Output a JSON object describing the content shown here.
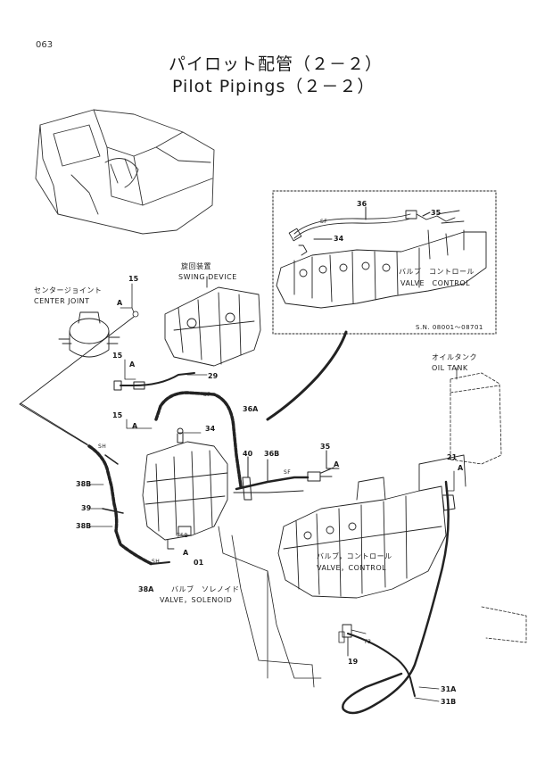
{
  "page_number": "063",
  "title_jp": "パイロット配管（２－２）",
  "title_en": "Pilot Pipings（２－２）",
  "labels": {
    "center_joint_jp": "センタージョイント",
    "center_joint_en": "CENTER JOINT",
    "swing_device_jp": "旋回装置",
    "swing_device_en": "SWING DEVICE",
    "valve_control_jp_inset": "バルブ　コントロール",
    "valve_control_en_inset": "VALVE　CONTROL",
    "serial_range": "S.N. 08001～08701",
    "oil_tank_jp": "オイルタンク",
    "oil_tank_en": "OIL TANK",
    "valve_control_jp_main": "バルブ，コントロール",
    "valve_control_en_main": "VALVE，CONTROL",
    "valve_solenoid_jp": "バルブ　ソレノイド",
    "valve_solenoid_en": "VALVE，SOLENOID"
  },
  "callouts": {
    "c36": "36",
    "c35_inset": "35",
    "c34_inset": "34",
    "c15_top": "15",
    "a_top": "A",
    "c15_mid": "15",
    "a_mid": "A",
    "c29": "29",
    "c15_low": "15",
    "a_low": "A",
    "c34": "34",
    "c36a": "36A",
    "c40": "40",
    "c36b": "36B",
    "c35": "35",
    "a_35": "A",
    "c21": "21",
    "a_21": "A",
    "c38b_1": "38B",
    "c39": "39",
    "c38b_2": "38B",
    "c38a": "38A",
    "c01": "01",
    "a_01": "A",
    "c19": "19",
    "c31a": "31A",
    "c31b": "31B",
    "sh_1": "SH",
    "sh_2": "SH",
    "sf_1": "SF",
    "sf_2": "SF",
    "sf_3": "SF",
    "t5b": "T5B",
    "t3": "T3"
  }
}
